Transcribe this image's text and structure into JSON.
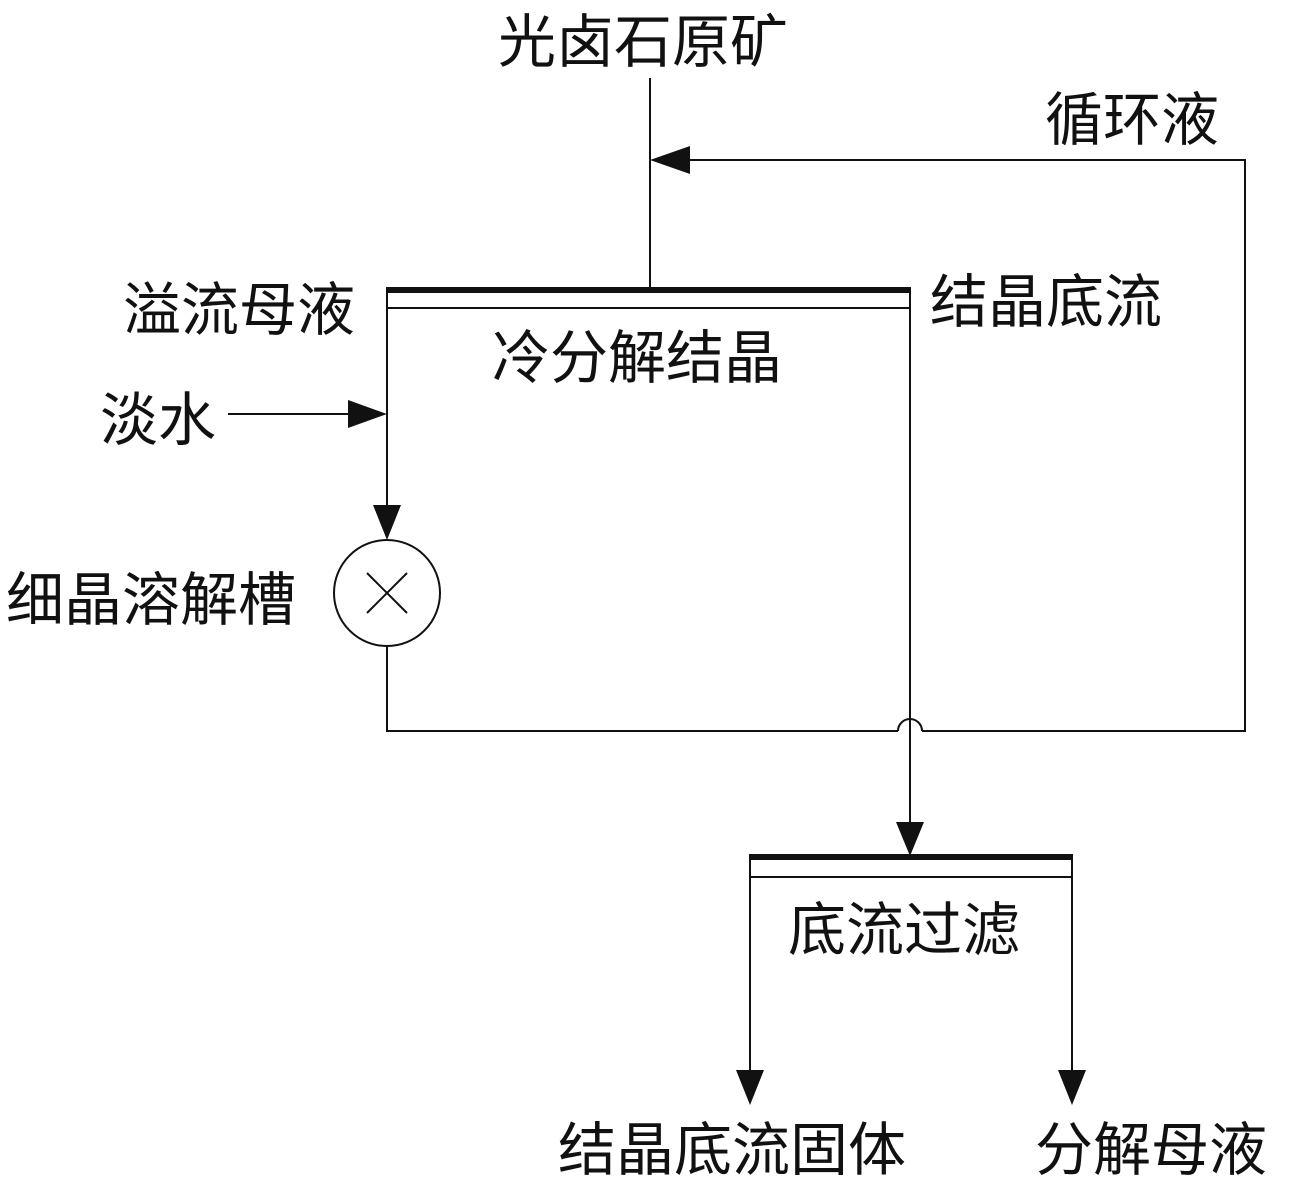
{
  "labels": {
    "raw_ore": "光卤石原矿",
    "recycle_liquor": "循环液",
    "overflow_mother_liquor": "溢流母液",
    "crystal_underflow": "结晶底流",
    "cold_decomposition_crystallization": "冷分解结晶",
    "fresh_water": "淡水",
    "fine_crystal_dissolving_tank": "细晶溶解槽",
    "underflow_filtration": "底流过滤",
    "crystal_underflow_solid": "结晶底流固体",
    "decomposition_mother_liquor": "分解母液"
  },
  "colors": {
    "line": "#111111",
    "background": "#ffffff"
  }
}
